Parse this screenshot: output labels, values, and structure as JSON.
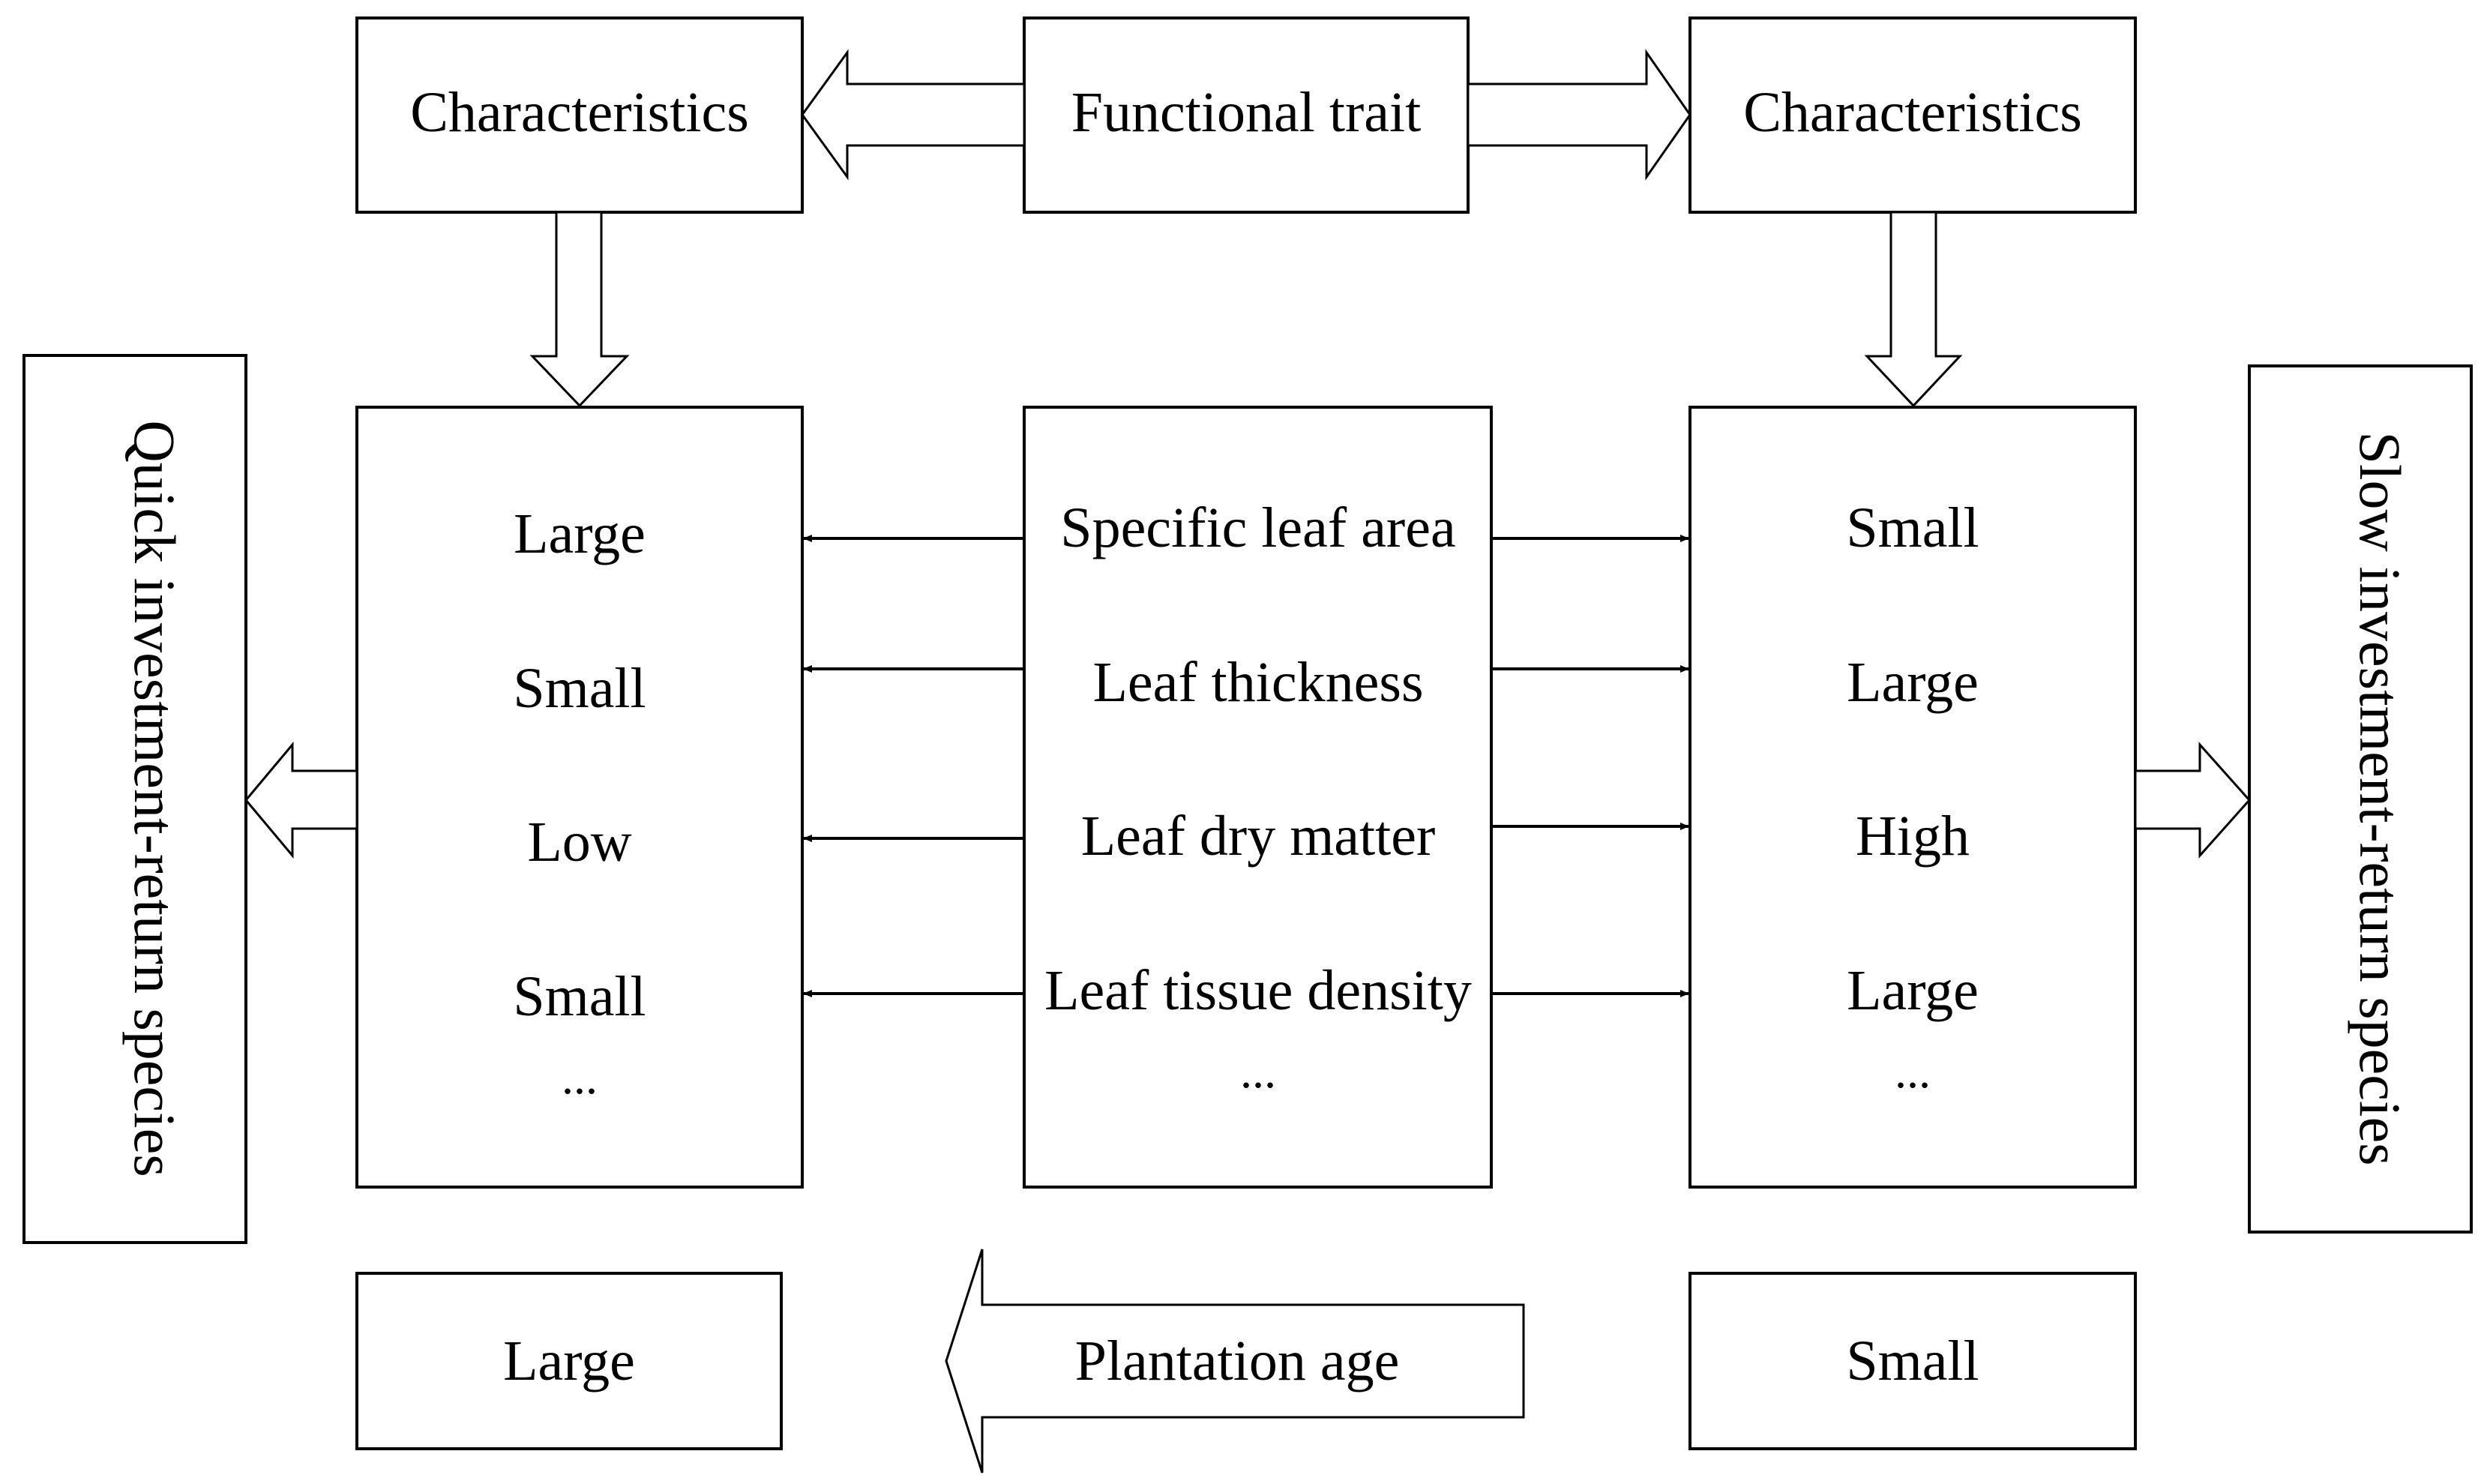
{
  "top": {
    "center_label": "Functional trait",
    "left_label": "Characteristics",
    "right_label": "Characteristics"
  },
  "left_side_label": "Quick investment-return species",
  "right_side_label": "Slow investment-return species",
  "traits": [
    "Specific leaf area",
    "Leaf thickness",
    "Leaf dry matter",
    "Leaf tissue density",
    "..."
  ],
  "quick_values": [
    "Large",
    "Small",
    "Low",
    "Small",
    "..."
  ],
  "slow_values": [
    "Small",
    "Large",
    "High",
    "Large",
    "..."
  ],
  "bottom": {
    "left_value": "Large",
    "arrow_label": "Plantation age",
    "right_value": "Small"
  },
  "colors": {
    "stroke": "#000000",
    "background": "#ffffff"
  }
}
